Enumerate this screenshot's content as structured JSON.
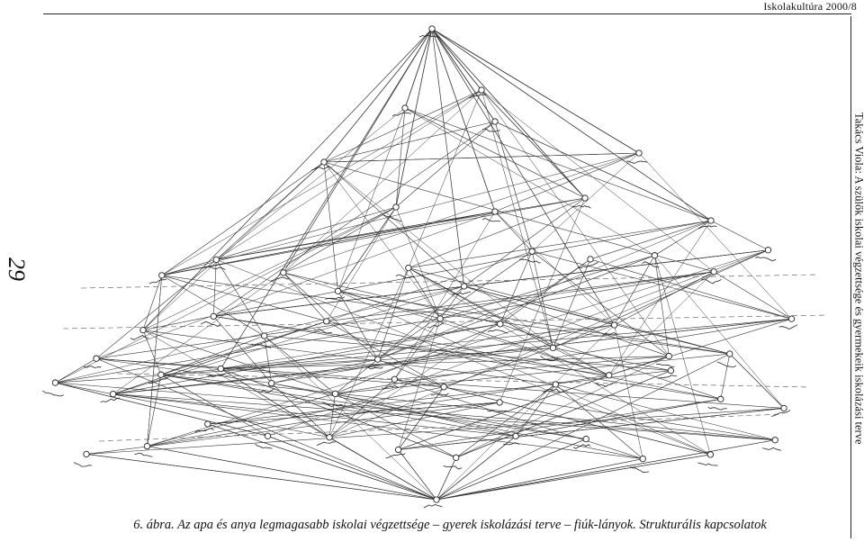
{
  "running_head": "Iskolakultúra 2000/8",
  "page_number": "29",
  "side_running_title": "Takács Viola: A szülők iskolai végzettsége és gyermekeik iskolázási terve",
  "caption": "6. ábra. Az apa és anya legmagasabb iskolai végzettsége – gyerek iskolázási terve – fiúk-lányok. Strukturális kapcsolatok"
}
